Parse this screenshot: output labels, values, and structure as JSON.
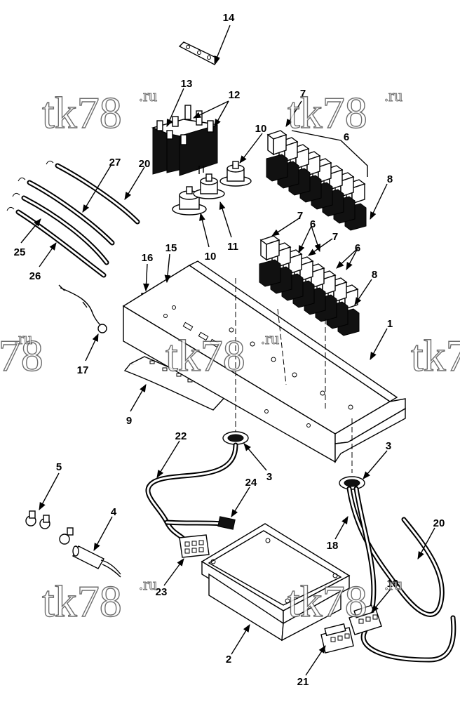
{
  "watermark": {
    "text": "tk78",
    "suffix": ".ru"
  },
  "callouts": [
    {
      "id": "c14",
      "text": "14"
    },
    {
      "id": "c13",
      "text": "13"
    },
    {
      "id": "c12",
      "text": "12"
    },
    {
      "id": "c7a",
      "text": "7"
    },
    {
      "id": "c6a",
      "text": "6"
    },
    {
      "id": "c10a",
      "text": "10"
    },
    {
      "id": "c27",
      "text": "27"
    },
    {
      "id": "c20a",
      "text": "20"
    },
    {
      "id": "c8a",
      "text": "8"
    },
    {
      "id": "c10b",
      "text": "10"
    },
    {
      "id": "c11",
      "text": "11"
    },
    {
      "id": "c25",
      "text": "25"
    },
    {
      "id": "c26",
      "text": "26"
    },
    {
      "id": "c7b",
      "text": "7"
    },
    {
      "id": "c6b",
      "text": "6"
    },
    {
      "id": "c7c",
      "text": "7"
    },
    {
      "id": "c6c",
      "text": "6"
    },
    {
      "id": "c16",
      "text": "16"
    },
    {
      "id": "c15",
      "text": "15"
    },
    {
      "id": "c8b",
      "text": "8"
    },
    {
      "id": "c1",
      "text": "1"
    },
    {
      "id": "c17",
      "text": "17"
    },
    {
      "id": "c9",
      "text": "9"
    },
    {
      "id": "c22",
      "text": "22"
    },
    {
      "id": "c3a",
      "text": "3"
    },
    {
      "id": "c3b",
      "text": "3"
    },
    {
      "id": "c5",
      "text": "5"
    },
    {
      "id": "c24",
      "text": "24"
    },
    {
      "id": "c4",
      "text": "4"
    },
    {
      "id": "c20b",
      "text": "20"
    },
    {
      "id": "c18",
      "text": "18"
    },
    {
      "id": "c23",
      "text": "23"
    },
    {
      "id": "c19",
      "text": "19"
    },
    {
      "id": "c2",
      "text": "2"
    },
    {
      "id": "c21",
      "text": "21"
    }
  ]
}
